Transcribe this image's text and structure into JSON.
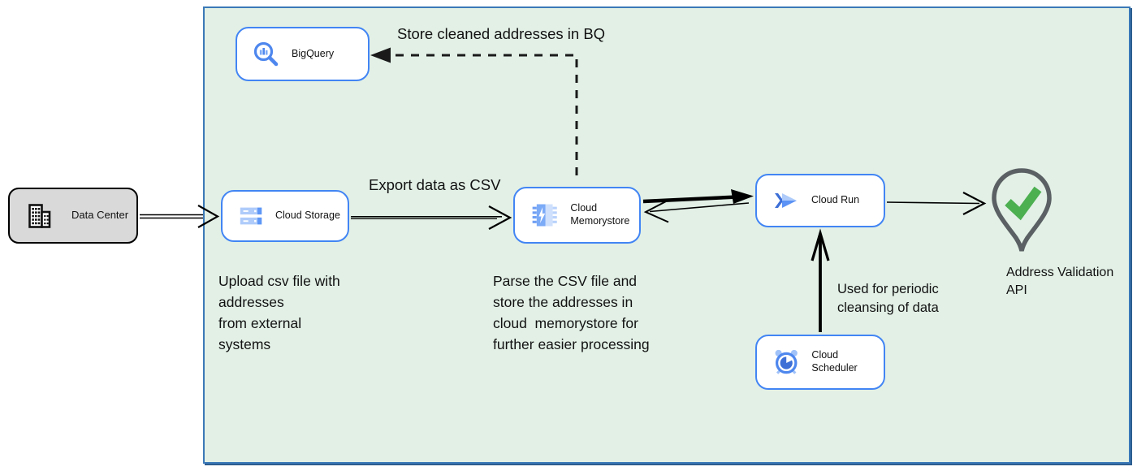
{
  "nodes": {
    "data_center": {
      "label": "Data Center"
    },
    "bigquery": {
      "label": "BigQuery"
    },
    "cloud_storage": {
      "label": "Cloud Storage"
    },
    "cloud_memorystore": {
      "label": "Cloud Memorystore"
    },
    "cloud_run": {
      "label": "Cloud Run"
    },
    "cloud_scheduler": {
      "label": "Cloud Scheduler"
    }
  },
  "annotations": {
    "store_bq": "Store cleaned addresses in BQ",
    "export_csv": "Export data as CSV",
    "upload_note": "Upload csv file with\naddresses\nfrom external\nsystems",
    "parse_note": "Parse the CSV file and\nstore the addresses in\ncloud  memorystore for\nfurther easier processing",
    "scheduler_note": "Used for periodic\ncleansing of data",
    "address_validation_label": "Address Validation\nAPI"
  },
  "colors": {
    "zone_fill": "#e2f0e6",
    "zone_border": "#3b79b8",
    "node_border": "#4285f4",
    "data_center_fill": "#d9d9d9",
    "arrow": "#000000",
    "pin_stroke": "#5a6063",
    "check_green": "#4caf50",
    "icon_blue": "#4285f4",
    "icon_medium_blue": "#7baaf7",
    "icon_light_blue": "#aecbfa"
  }
}
